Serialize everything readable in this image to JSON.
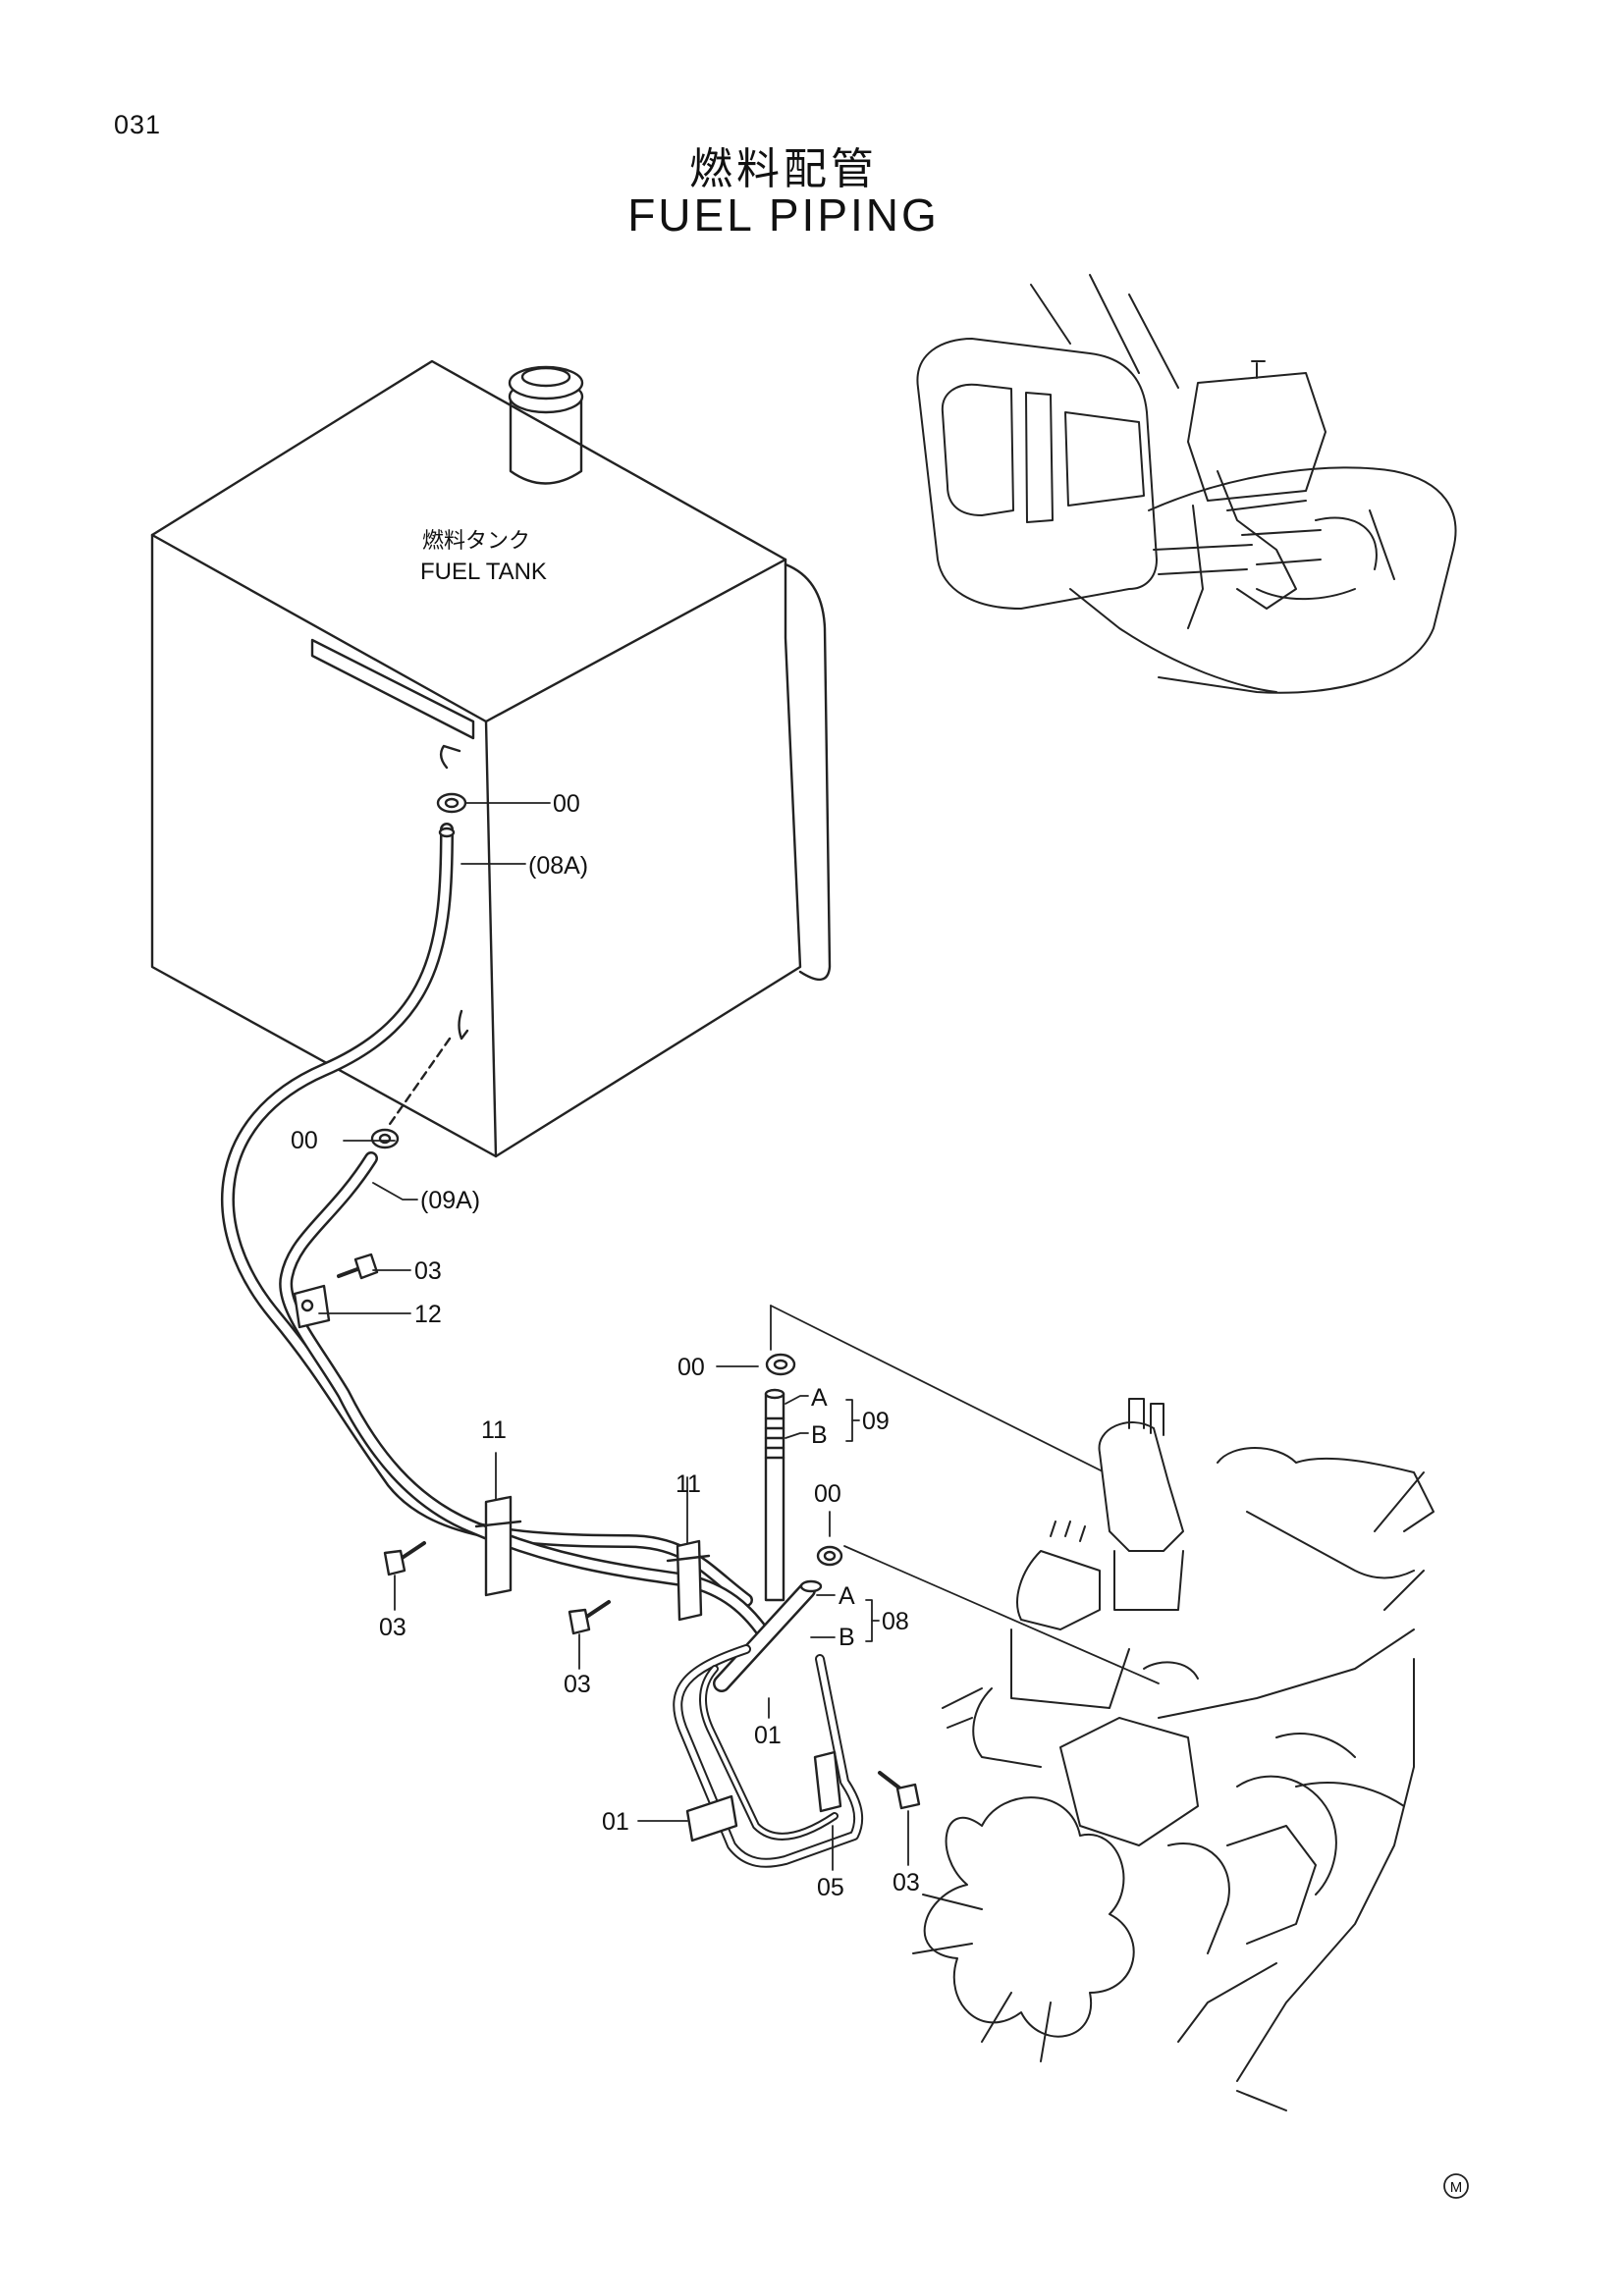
{
  "page_number": "031",
  "title": {
    "ja": "燃料配管",
    "en": "FUEL PIPING"
  },
  "tank_label": {
    "ja": "燃料タンク",
    "en": "FUEL TANK"
  },
  "callouts": {
    "c00_a": "00",
    "c08a": "(08A)",
    "c00_b": "00",
    "c09a": "(09A)",
    "c03_a": "03",
    "c12": "12",
    "c11_a": "11",
    "c11_b": "11",
    "c03_b": "03",
    "c03_c": "03",
    "c00_c": "00",
    "cA_09": "A",
    "cB_09": "B",
    "c09": "09",
    "c00_d": "00",
    "cA_08": "A",
    "cB_08": "B",
    "c08": "08",
    "c01_a": "01",
    "c01_b": "01",
    "c05": "05",
    "c03_d": "03"
  },
  "corner_mark": "M"
}
